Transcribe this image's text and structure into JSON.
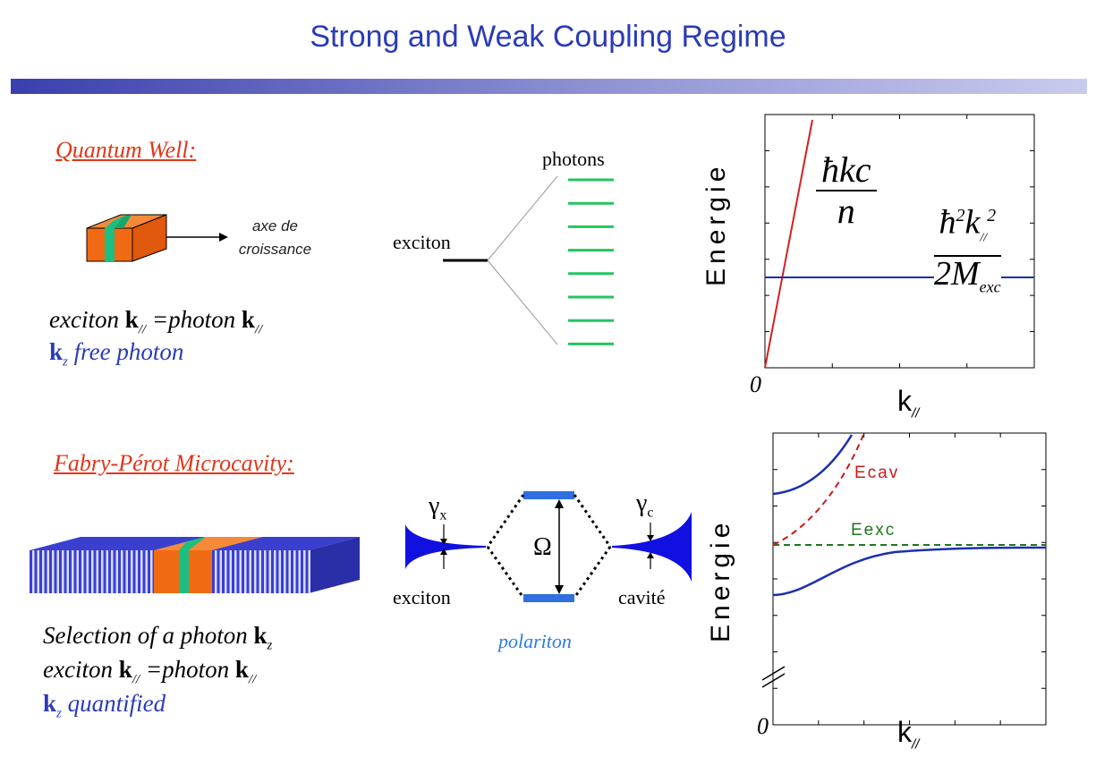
{
  "title": "Strong and Weak Coupling Regime",
  "quantum_well": {
    "heading": "Quantum Well:",
    "axis_label_1": "axe de",
    "axis_label_2": "croissance",
    "line1": {
      "prefix": "exciton ",
      "k1": "k",
      "sub1": "//",
      "middle": " =photon ",
      "k2": "k",
      "sub2": "//"
    },
    "line2": {
      "k": "k",
      "sub": "z",
      "rest": " free photon"
    }
  },
  "weak_diagram": {
    "photons_label": "photons",
    "exciton_label": "exciton",
    "photon_level_count": 8
  },
  "microcavity": {
    "heading": "Fabry-Pérot Microcavity:",
    "line1": {
      "text": "Selection of a photon ",
      "k": "k",
      "sub": "z"
    },
    "line2": {
      "prefix": "exciton ",
      "k1": "k",
      "sub1": "//",
      "middle": " =photon ",
      "k2": "k",
      "sub2": "//"
    },
    "line3": {
      "k": "k",
      "sub": "z",
      "rest": " quantified"
    }
  },
  "strong_diagram": {
    "gamma_x": "γ",
    "gamma_x_sub": "x",
    "gamma_c": "γ",
    "gamma_c_sub": "c",
    "omega": "Ω",
    "exciton_label": "exciton",
    "cavity_label": "cavité",
    "polariton_label": "polariton"
  },
  "top_plot": {
    "ylabel": "Energie",
    "origin_label": "0",
    "xlabel": "k",
    "xlabel_sub": "//",
    "photon_formula": {
      "hbar": "ħ",
      "num": "kc",
      "den": "n"
    },
    "exciton_formula": {
      "hbar": "ħ",
      "num_pow": "2",
      "num_k": "k",
      "num_sub": "//",
      "num_pow2": "2",
      "den_pre": "2M",
      "den_sub": "exc"
    },
    "photon_color": "#d42020",
    "exciton_color": "#1a2fb0"
  },
  "bottom_plot": {
    "ylabel": "Energie",
    "origin_label": "0",
    "xlabel": "k",
    "xlabel_sub": "//",
    "ecav_label": "Ecav",
    "eexc_label": "Eexc",
    "polariton_color": "#1a2fb0",
    "ecav_color": "#cc1a1a",
    "eexc_color": "#1a7a1a"
  },
  "colors": {
    "title": "#2a3bb8",
    "heading": "#e2361a",
    "qw_orange": "#f06a14",
    "qw_green": "#1dbf80",
    "photon_level_green": "#22c55e",
    "mirror_blue": "#3a3fd0",
    "level_blue": "#2f6fe0"
  }
}
